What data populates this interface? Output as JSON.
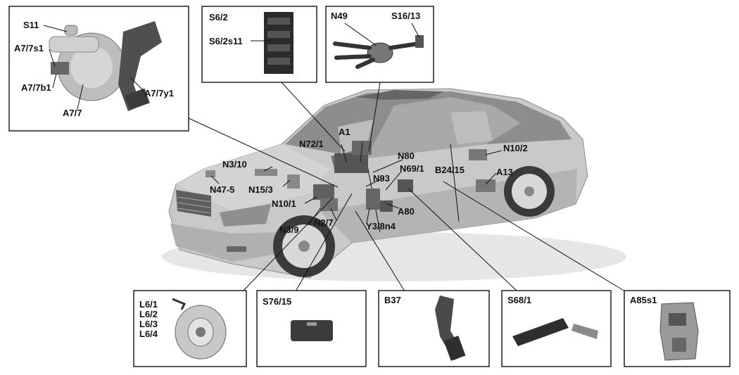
{
  "callouts": {
    "s11": "S11",
    "a7_7s1": "A7/7s1",
    "a7_7b1": "A7/7b1",
    "a7_7": "A7/7",
    "a7_7y1": "A7/7y1",
    "s6_2": "S6/2",
    "s6_2s11": "S6/2s11",
    "n49": "N49",
    "s16_13": "S16/13",
    "a1": "A1",
    "n72_1": "N72/1",
    "n80": "N80",
    "n69_1": "N69/1",
    "n93": "N93",
    "n10_2": "N10/2",
    "b24_15": "B24/15",
    "a13": "A13",
    "n3_10": "N3/10",
    "n47_5": "N47-5",
    "n15_3": "N15/3",
    "n10_1": "N10/1",
    "n3_9": "N3/9",
    "n2_7": "N2/7",
    "y3_8n4": "Y3/8n4",
    "a80": "A80",
    "l6_1": "L6/1",
    "l6_2": "L6/2",
    "l6_3": "L6/3",
    "l6_4": "L6/4",
    "s76_15": "S76/15",
    "b37": "B37",
    "s68_1": "S68/1",
    "a85s1": "A85s1"
  },
  "colors": {
    "car_body": "#c9c9c9",
    "car_shade": "#9a9a9a",
    "glass": "#7d7d7d",
    "component": "#555555",
    "line": "#111111"
  }
}
